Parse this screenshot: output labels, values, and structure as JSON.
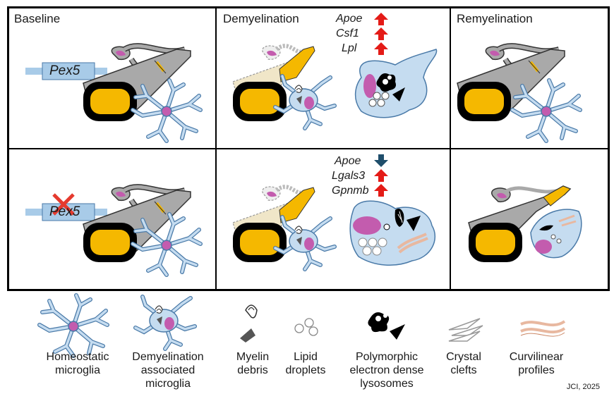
{
  "panels": {
    "baseline": "Baseline",
    "demyelination": "Demyelination",
    "remyelination": "Remyelination"
  },
  "genes_top": [
    {
      "name": "Apoe",
      "direction": "up"
    },
    {
      "name": "Csf1",
      "direction": "up"
    },
    {
      "name": "Lpl",
      "direction": "up"
    }
  ],
  "genes_bottom": [
    {
      "name": "Apoe",
      "direction": "down"
    },
    {
      "name": "Lgals3",
      "direction": "up"
    },
    {
      "name": "Gpnmb",
      "direction": "up"
    }
  ],
  "gene_label": "Pex5",
  "legend": {
    "homeostatic": "Homeostatic microglia",
    "dam": "Demyelination associated microglia",
    "myelin_debris": "Myelin debris",
    "lipid_droplets": "Lipid droplets",
    "lysosomes": "Polymorphic electron dense lysosomes",
    "crystal": "Crystal clefts",
    "curvilinear": "Curvilinear profiles"
  },
  "credit": "JCI, 2025",
  "colors": {
    "axon": "#a9a9a9",
    "axon_core": "#f5b800",
    "myelin": "#000000",
    "microglia_fill": "#c5dcf0",
    "microglia_stroke": "#4a7aa8",
    "nucleus": "#c35cae",
    "up_arrow": "#e41b17",
    "down_arrow": "#1f4e6b",
    "gene_bar": "#a8cbe8",
    "knockout": "#e53a2e"
  }
}
